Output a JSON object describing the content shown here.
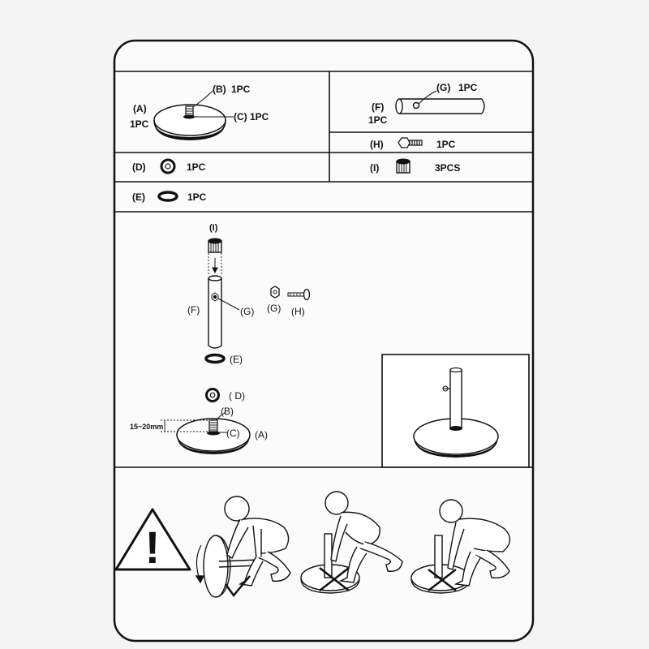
{
  "parts": {
    "A": {
      "label": "(A)",
      "qty": "1PC"
    },
    "B": {
      "label": "(B)",
      "qty": "1PC"
    },
    "C": {
      "label": "(C)",
      "qty": "1PC"
    },
    "D": {
      "label": "(D)",
      "qty": "1PC"
    },
    "E": {
      "label": "(E)",
      "qty": "1PC"
    },
    "F": {
      "label": "(F)",
      "qty": "1PC"
    },
    "G": {
      "label": "(G)",
      "qty": "1PC"
    },
    "H": {
      "label": "(H)",
      "qty": "1PC"
    },
    "I": {
      "label": "(I)",
      "qty": "3PCS"
    }
  },
  "assembly": {
    "label_i": "(I)",
    "label_f": "(F)",
    "label_g": "(G)",
    "label_g2": "(G)",
    "label_h": "(H)",
    "label_e": "(E)",
    "label_d": "( D)",
    "label_b": "(B)",
    "label_c": "(C)",
    "label_a": "(A)",
    "measurement": "15~20mm"
  },
  "warning": {
    "symbol": "!"
  }
}
